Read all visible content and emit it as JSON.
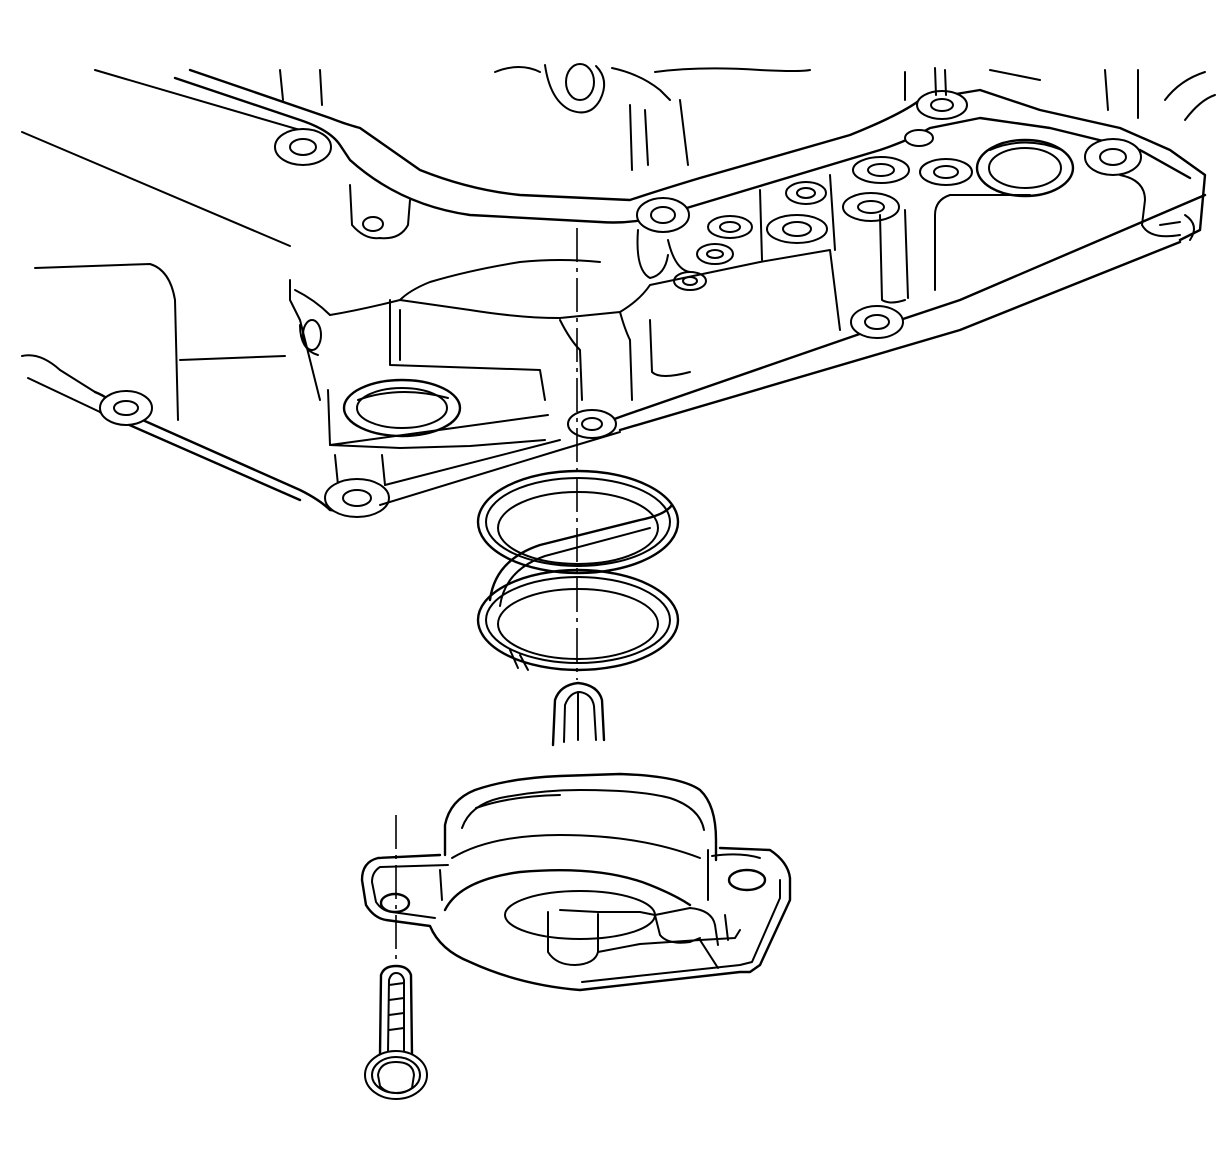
{
  "figure": {
    "kind": "exploded-view line drawing",
    "parts": [
      {
        "id": "transmission-case",
        "icon": "transmission-case-underside"
      },
      {
        "id": "o-ring-seals",
        "icon": "double-o-ring"
      },
      {
        "id": "filter-assembly",
        "icon": "oil-filter-housing"
      },
      {
        "id": "bolt",
        "icon": "hex-flange-bolt"
      }
    ],
    "colors": {
      "line": "#000000",
      "background": "#ffffff"
    }
  }
}
